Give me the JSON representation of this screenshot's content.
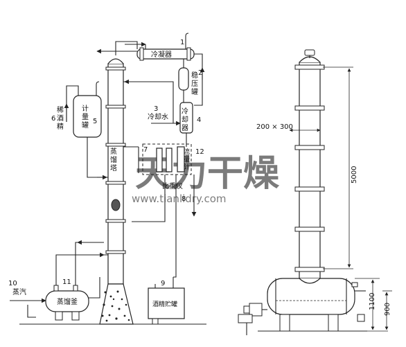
{
  "labels": {
    "condenser": "冷凝器",
    "stabilizer_tank": "稳压罐",
    "cooling_water": "冷却水",
    "cooler": "冷却器",
    "measuring_tank": "计量罐",
    "dilute_alcohol": "稀酒精",
    "distillation_column": "蒸馏塔",
    "flowmeter": "流量计",
    "hydrometer": "比重仪",
    "steam": "蒸汽",
    "distillation_kettle": "蒸馏釜",
    "storage_tank": "酒精贮罐"
  },
  "numbers": [
    "1",
    "2",
    "3",
    "4",
    "5",
    "6",
    "7",
    "8",
    "9",
    "10",
    "11",
    "12"
  ],
  "dimensions": {
    "cross_section": "200 × 300",
    "column_height": "5000",
    "tank_height_1": "1100",
    "tank_height_2": "900"
  },
  "watermark": {
    "brand": "天力干燥",
    "url": "www.tianlidry.com"
  }
}
